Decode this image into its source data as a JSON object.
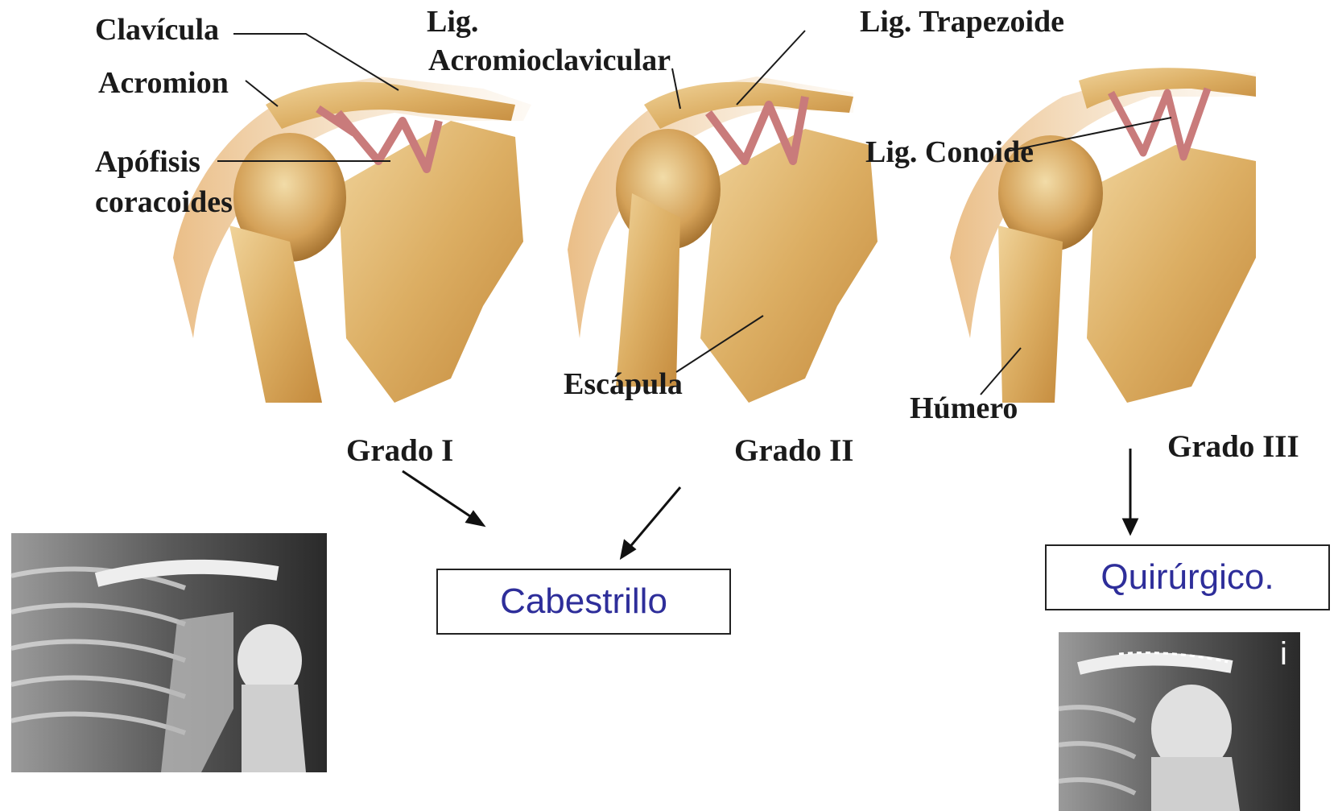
{
  "labels": {
    "clavicula": "Clavícula",
    "lig_ac_line1": "Lig.",
    "lig_ac_line2": "Acromioclavicular",
    "lig_trapezoide": "Lig. Trapezoide",
    "acromion": "Acromion",
    "apofisis_line1": "Apófisis",
    "apofisis_line2": "coracoides",
    "lig_conoide": "Lig. Conoide",
    "escapula": "Escápula",
    "humero": "Húmero"
  },
  "grades": {
    "grade1": "Grado I",
    "grade2": "Grado II",
    "grade3": "Grado III"
  },
  "treatments": {
    "conservative": "Cabestrillo",
    "surgical": "Quirúrgico."
  },
  "xray_postop_marker": "i",
  "colors": {
    "treatment_text": "#2e2e9a",
    "bone": "#d9a85c",
    "ligament": "#c97b7b",
    "label_text": "#1a1a1a"
  }
}
